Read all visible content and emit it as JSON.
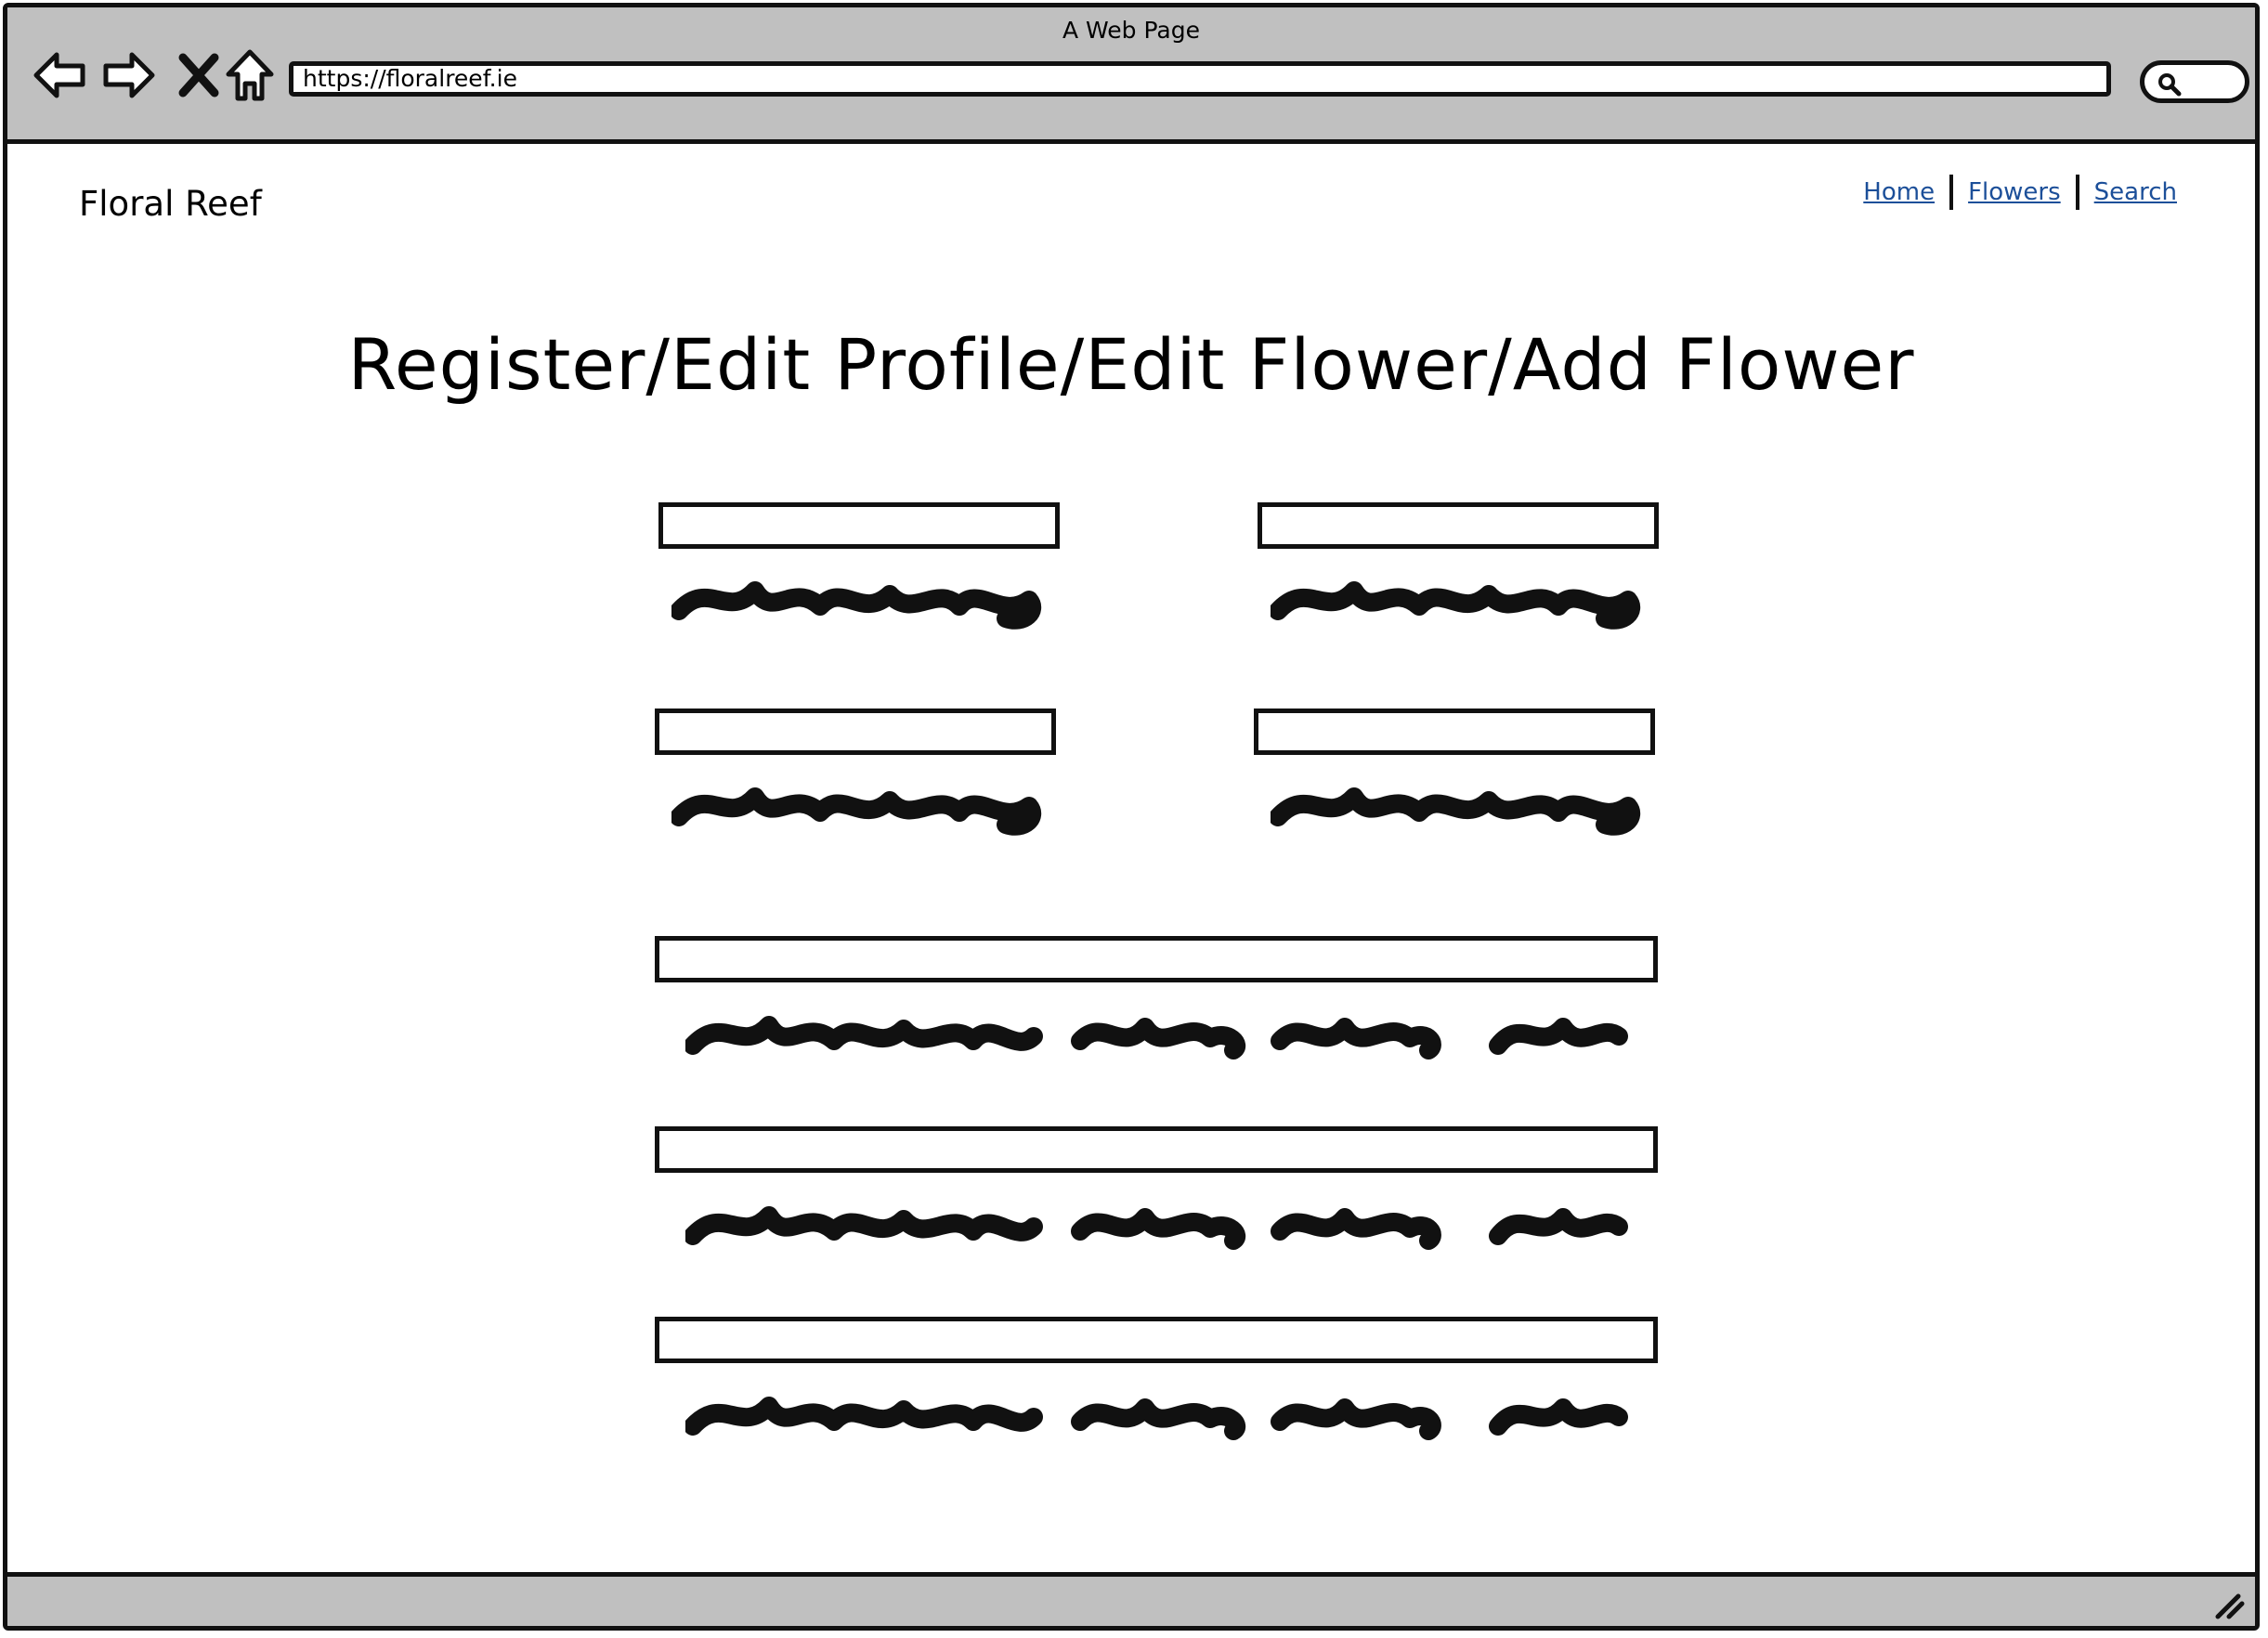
{
  "window": {
    "title": "A Web Page"
  },
  "toolbar": {
    "back_icon": "back-arrow-icon",
    "forward_icon": "forward-arrow-icon",
    "stop_icon": "close-x-icon",
    "home_icon": "home-icon",
    "url": "https://floralreef.ie",
    "search_icon": "search-icon"
  },
  "header": {
    "logo": "Floral Reef",
    "nav": [
      {
        "label": "Home"
      },
      {
        "label": "Flowers"
      },
      {
        "label": "Search"
      }
    ]
  },
  "main": {
    "heading": "Register/Edit Profile/Edit Flower/Add Flower"
  },
  "colors": {
    "chrome": "#c0c0c0",
    "link": "#1c4f99",
    "ink": "#111111"
  }
}
